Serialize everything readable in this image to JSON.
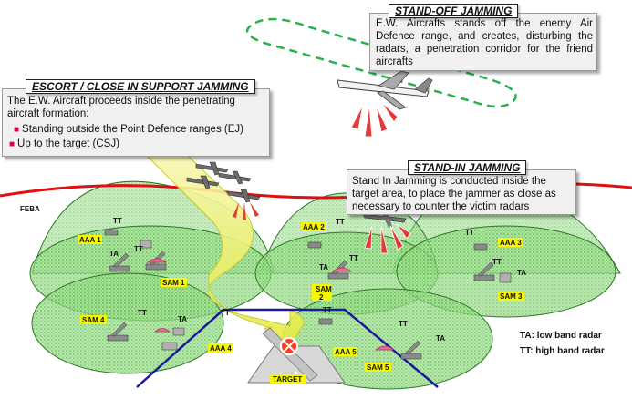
{
  "standoff": {
    "title": "STAND-OFF JAMMING",
    "text": "E.W. Aircrafts stands off the enemy Air Defence range, and creates, disturbing the radars, a penetration corridor for the friend aircrafts"
  },
  "escort": {
    "title": "ESCORT / CLOSE IN SUPPORT JAMMING",
    "intro": "The E.W. Aircraft proceeds inside the penetrating aircraft formation:",
    "bullets": [
      "Standing outside the Point  Defence ranges (EJ)",
      "Up to the target (CSJ)"
    ]
  },
  "standin": {
    "title": "STAND-IN JAMMING",
    "text": "Stand In Jamming is conducted inside the target area, to place the jammer as close as necessary to counter the victim radars"
  },
  "feba": "FEBA",
  "labels": {
    "aaa1": "AAA 1",
    "aaa2": "AAA 2",
    "aaa3": "AAA 3",
    "aaa4": "AAA 4",
    "aaa5": "AAA 5",
    "sam1": "SAM 1",
    "sam2": "SAM 2",
    "sam3": "SAM 3",
    "sam4": "SAM 4",
    "sam5": "SAM 5",
    "target": "TARGET",
    "ta": "TA",
    "tt": "TT"
  },
  "legend": {
    "ta": "TA: low band radar",
    "tt": "TT: high band radar"
  },
  "colors": {
    "zone_fill": "#8fd67a",
    "zone_stroke": "#2f7a2a",
    "feba_line": "#e01010",
    "corridor": "#f2f25a",
    "boundary": "#1a1a9a",
    "label_bg": "#f7f700",
    "dash": "#27b24a"
  }
}
